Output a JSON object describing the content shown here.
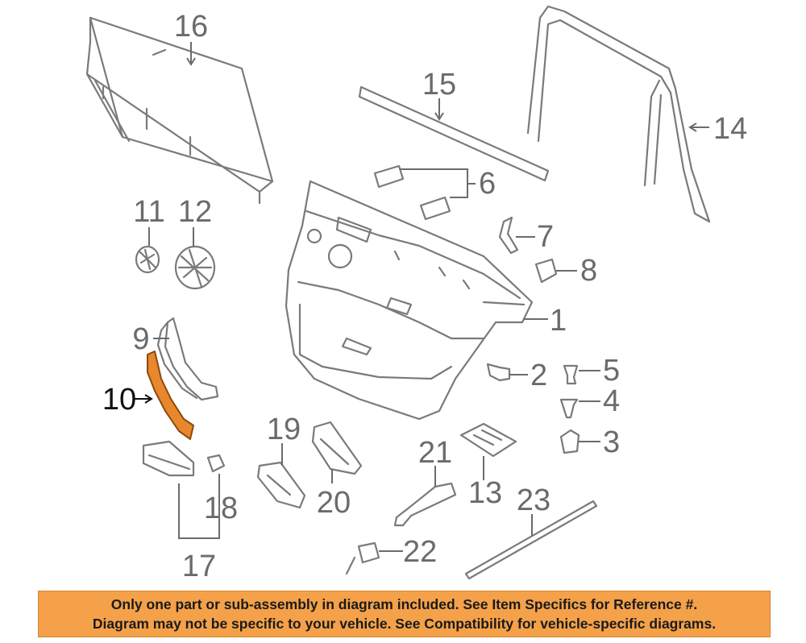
{
  "diagram": {
    "highlight_color": "#e8872c",
    "highlighted_part": "10",
    "callouts": {
      "c1": "1",
      "c2": "2",
      "c3": "3",
      "c4": "4",
      "c5": "5",
      "c6": "6",
      "c7": "7",
      "c8": "8",
      "c9": "9",
      "c10": "10",
      "c11": "11",
      "c12": "12",
      "c13": "13",
      "c14": "14",
      "c15": "15",
      "c16": "16",
      "c17": "17",
      "c18": "18",
      "c19": "19",
      "c20": "20",
      "c21": "21",
      "c22": "22",
      "c23": "23"
    }
  },
  "banner": {
    "line1": "Only one part or sub-assembly in diagram included. See Item Specifics for Reference #.",
    "line2": "Diagram may not be specific to your vehicle. See Compatibility for vehicle-specific diagrams."
  }
}
